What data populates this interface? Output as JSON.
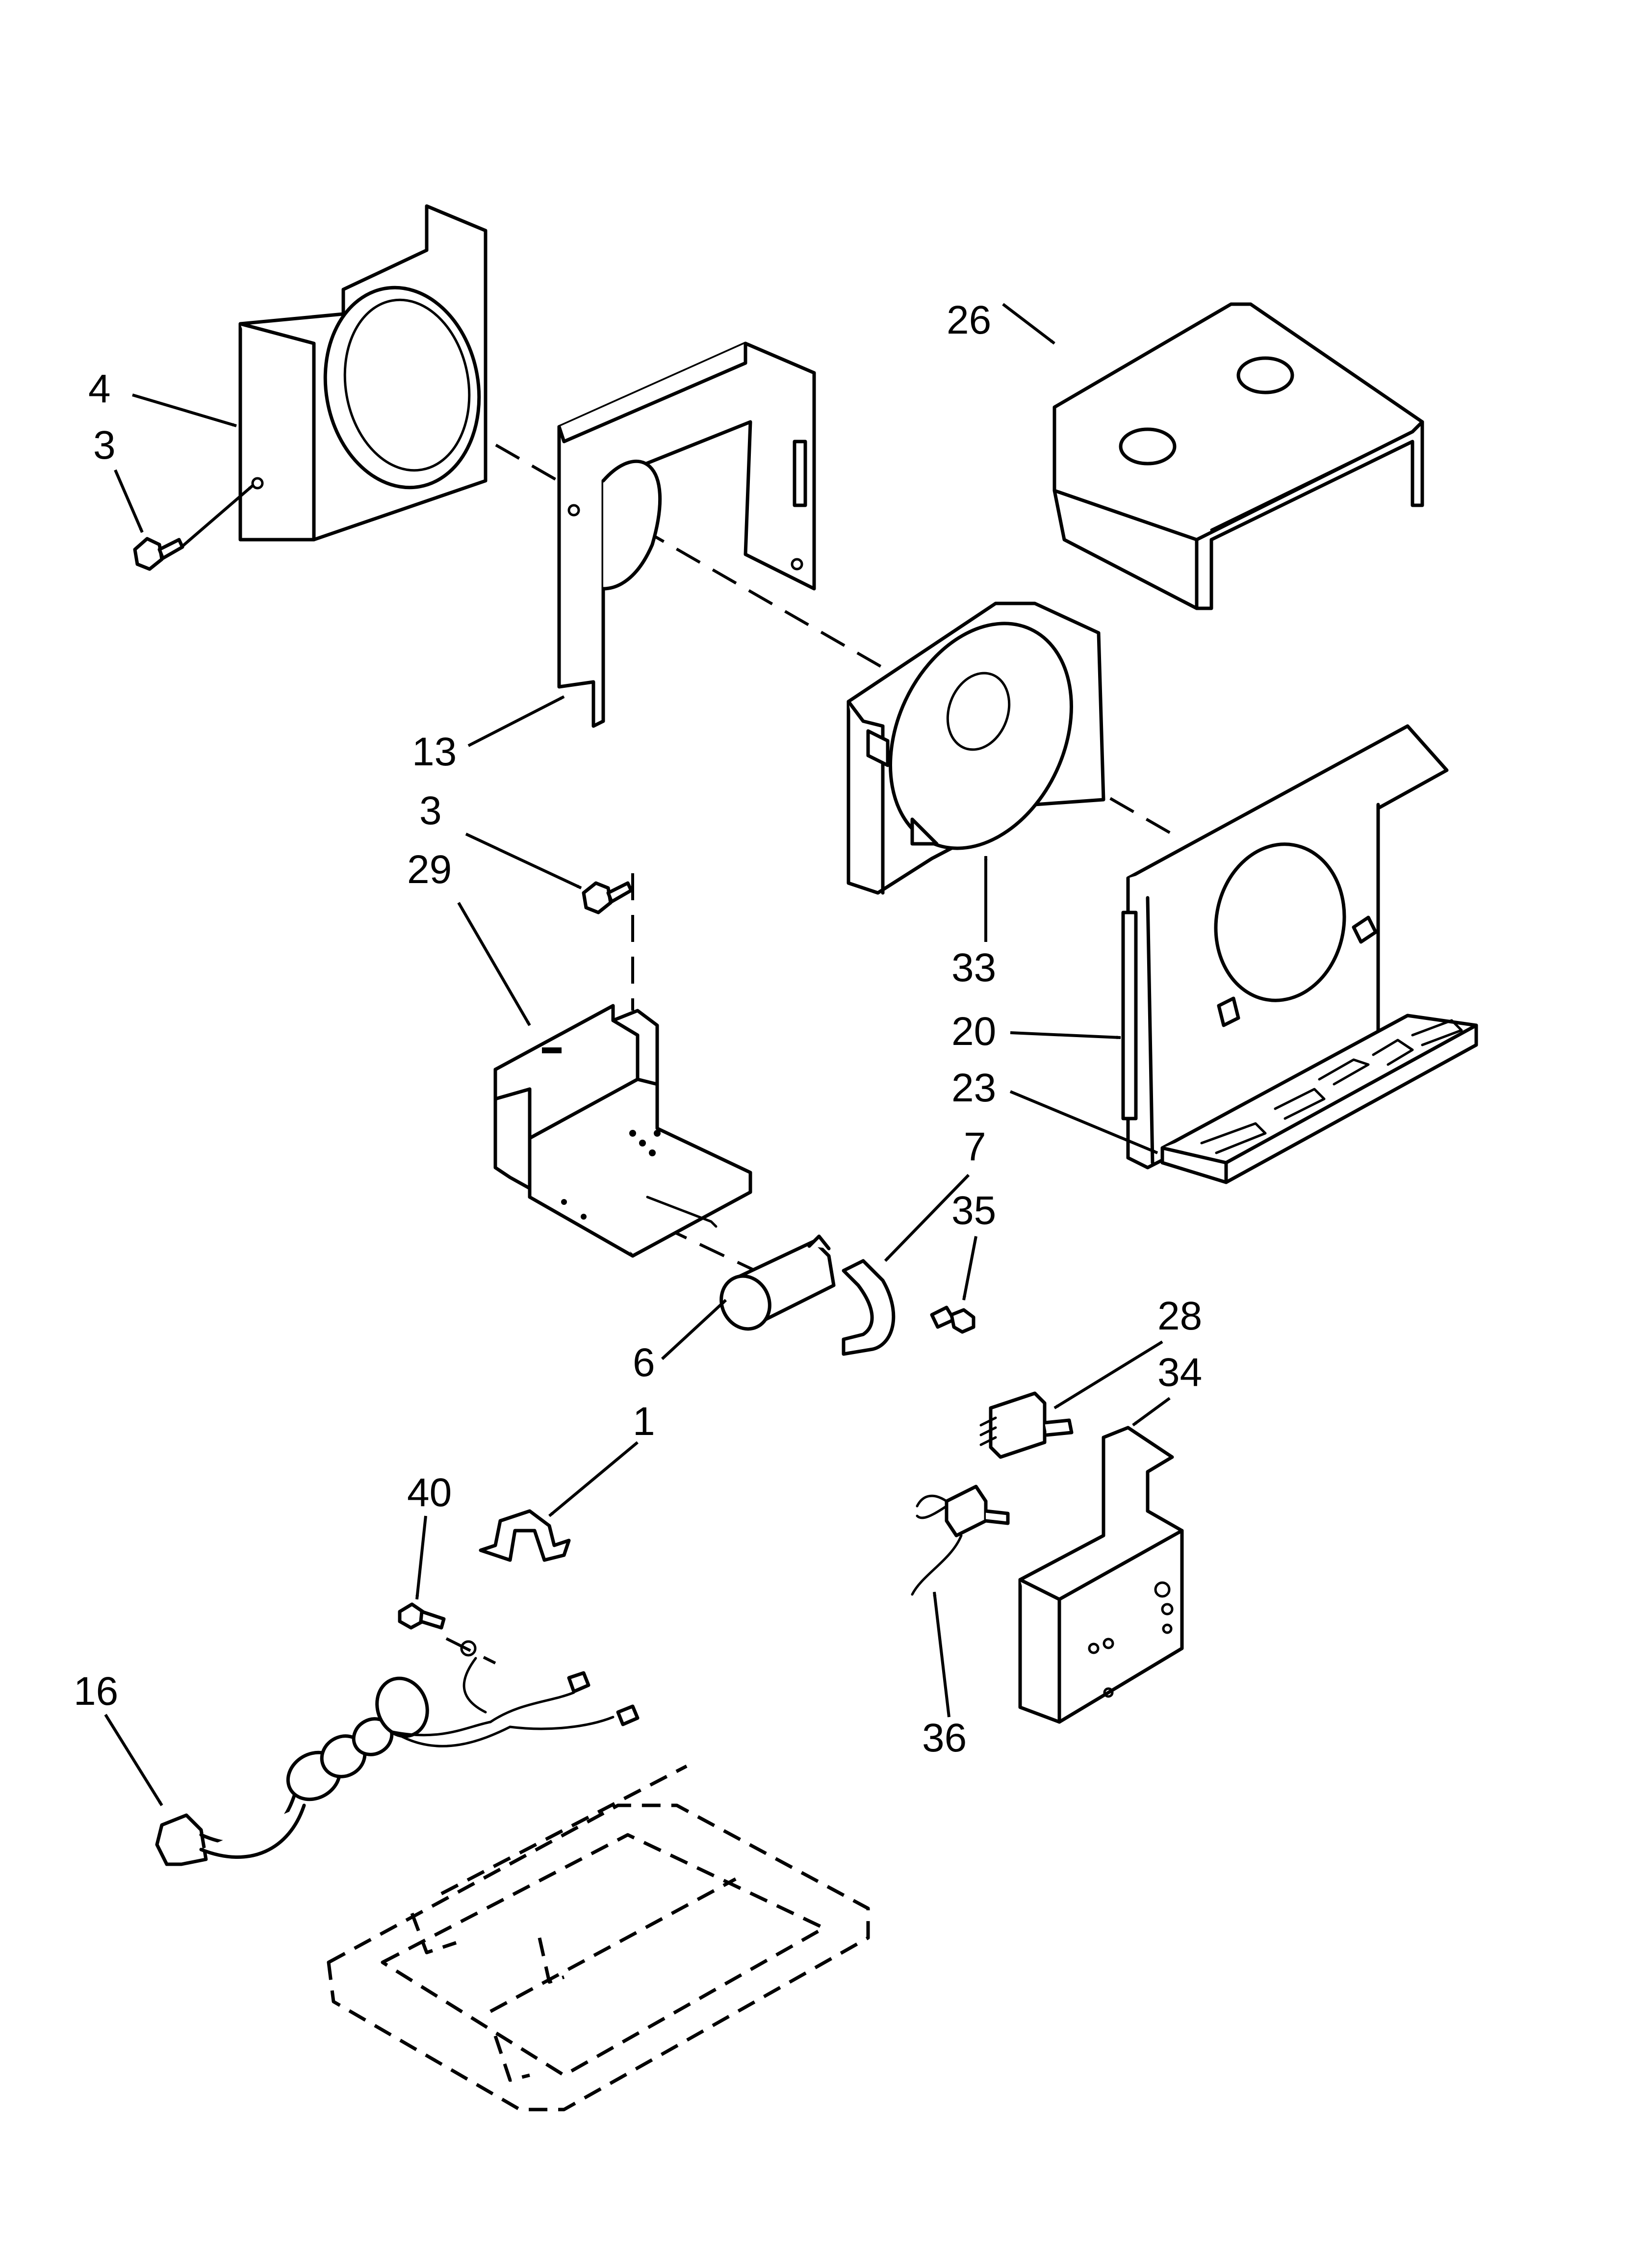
{
  "callouts": {
    "c4": "4",
    "c3a": "3",
    "c26": "26",
    "c13": "13",
    "c3b": "3",
    "c29": "29",
    "c33": "33",
    "c20": "20",
    "c23": "23",
    "c7": "7",
    "c35": "35",
    "c6": "6",
    "c1": "1",
    "c28": "28",
    "c34": "34",
    "c40": "40",
    "c16": "16",
    "c36": "36"
  }
}
